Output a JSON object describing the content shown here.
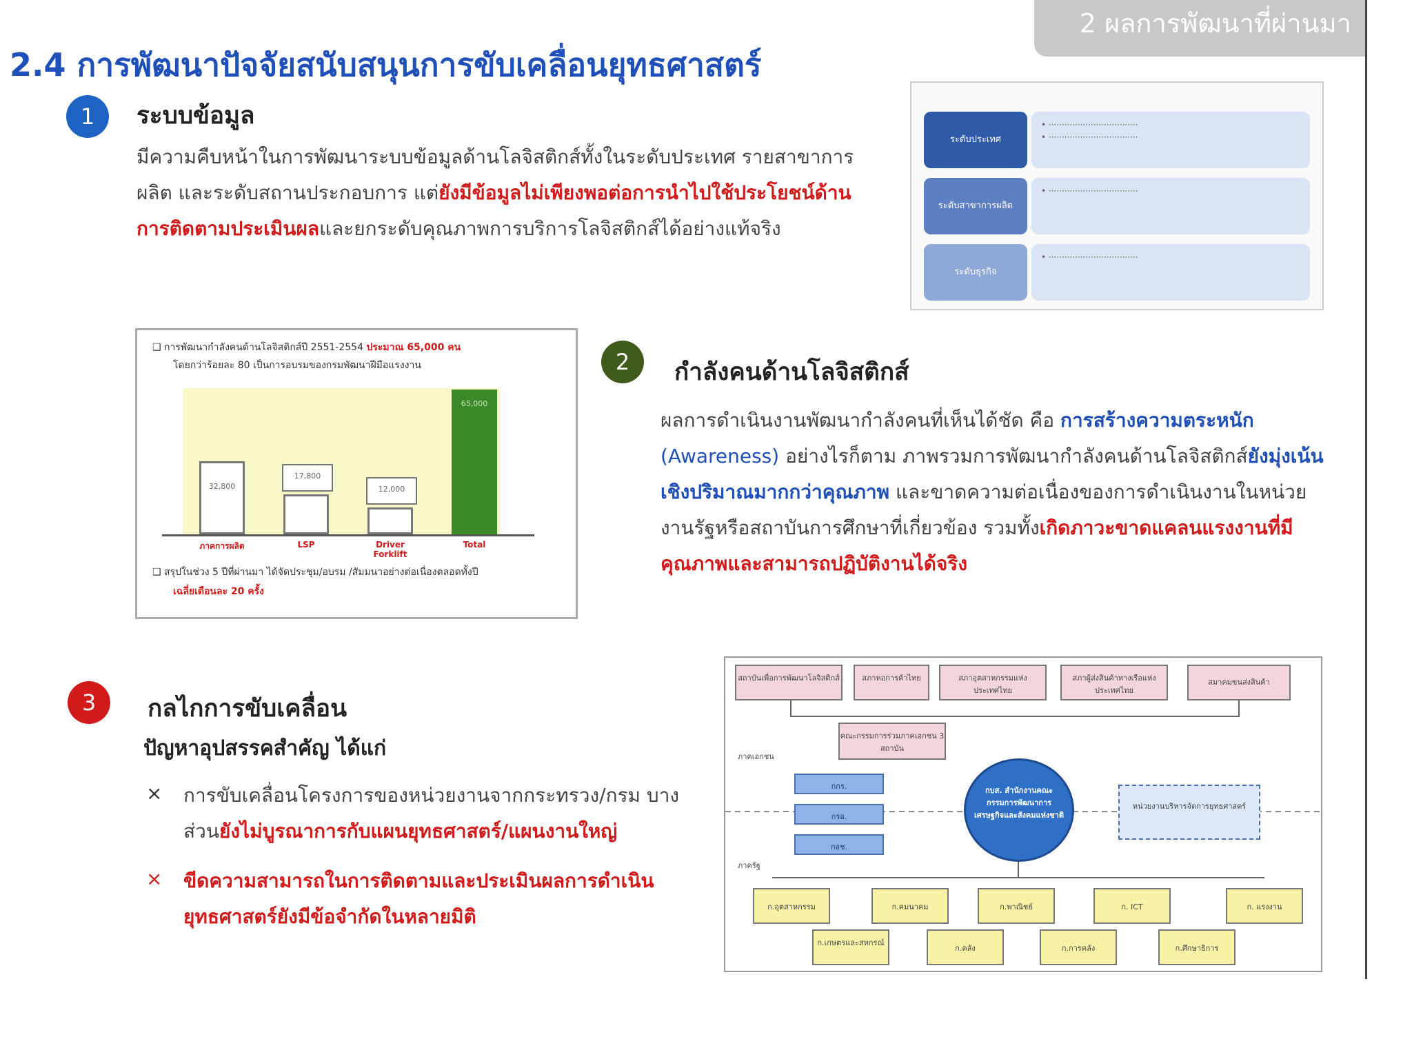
{
  "header_tab": "2 ผลการพัฒนาที่ผ่านมา",
  "title": "2.4 การพัฒนาปัจจัยสนับสนุนการขับเคลื่อนยุทธศาสตร์",
  "sections": [
    {
      "number": "1",
      "heading": "ระบบข้อมูล",
      "text_a": "มีความคืบหน้าในการพัฒนาระบบข้อมูลด้านโลจิสติกส์ทั้งในระดับประเทศ รายสาขาการผลิต และระดับสถานประกอบการ แต่",
      "text_red": "ยังมีข้อมูลไม่เพียงพอต่อการนำไปใช้ประโยชน์ด้านการติดตามประเมินผล",
      "text_b": "และยกระดับคุณภาพการบริการโลจิสติกส์ได้อย่างแท้จริง"
    },
    {
      "number": "2",
      "heading": "กำลังคนด้านโลจิสติกส์",
      "t1": "ผลการดำเนินงานพัฒนากำลังคนที่เห็นได้ชัด คือ ",
      "t2_blue": "การสร้างความตระหนัก",
      "t3_blue": "(Awareness)",
      "t4": " อย่างไรก็ตาม ภาพรวมการพัฒนากำลังคนด้านโลจิสติกส์",
      "t5_blue": "ยังมุ่งเน้นเชิงปริมาณมากกว่าคุณภาพ",
      "t6": " และขาดความต่อเนื่องของการดำเนินงานในหน่วยงานรัฐหรือสถาบันการศึกษาที่เกี่ยวข้อง รวมทั้ง",
      "t7_red": "เกิดภาวะขาดแคลนแรงงานที่มีคุณภาพและสามารถปฏิบัติงานได้จริง"
    },
    {
      "number": "3",
      "heading": "กลไกการขับเคลื่อน",
      "subheading": "ปัญหาอุปสรรคสำคัญ ได้แก่",
      "bullets": [
        {
          "mark": "×",
          "a": "การขับเคลื่อนโครงการของหน่วยงานจากกระทรวง/กรม บางส่วน",
          "red": "ยังไม่บูรณาการกับแผนยุทธศาสตร์/แผนงานใหญ่"
        },
        {
          "mark": "×",
          "a": "",
          "red": "ขีดความสามารถในการติดตามและประเมินผลการดำเนินยุทธศาสตร์ยังมีข้อจำกัดในหลายมิติ"
        }
      ]
    }
  ],
  "fig_data": {
    "rows": [
      {
        "label": "ระดับประเทศ",
        "color": "#2f5aa8"
      },
      {
        "label": "ระดับสาขาการผลิต",
        "color": "#5b7fc0"
      },
      {
        "label": "ระดับธุรกิจ",
        "color": "#8ea8d8"
      }
    ]
  },
  "chart_data": {
    "type": "bar",
    "caption_top_a": "❑ การพัฒนากำลังคนด้านโลจิสติกส์ปี 2551-2554",
    "caption_top_red": "ประมาณ 65,000 คน",
    "caption_top_b": "โดยกว่าร้อยละ 80 เป็นการอบรมของกรมพัฒนาฝีมือแรงงาน",
    "caption_bottom_a": "❑ สรุปในช่วง 5 ปีที่ผ่านมา ได้จัดประชุม/อบรม /สัมมนาอย่างต่อเนื่องตลอดทั้งปี",
    "caption_bottom_red": "เฉลี่ยเดือนละ 20 ครั้ง",
    "categories": [
      "ภาคการผลิต",
      "LSP",
      "Driver Forklift",
      "Total"
    ],
    "values": [
      32800,
      17800,
      12000,
      65000
    ],
    "value_labels": [
      "32,800",
      "17,800",
      "12,000",
      "65,000"
    ],
    "ylim": [
      0,
      65000
    ]
  },
  "org": {
    "top": [
      "สถาบันเพื่อการพัฒนาโลจิสติกส์",
      "สภาหอการค้าไทย",
      "สภาอุตสาหกรรมแห่งประเทศไทย",
      "สภาผู้ส่งสินค้าทางเรือแห่งประเทศไทย",
      "สมาคมขนส่งสินค้า"
    ],
    "mid": "คณะกรรมการร่วมภาคเอกชน 3 สถาบัน",
    "left_label": "ภาคเอกชน",
    "state_label": "ภาครัฐ",
    "blue_left": [
      "กกร.",
      "กรอ.",
      "กอช."
    ],
    "center": "กบส. สำนักงานคณะกรรมการพัฒนาการเศรษฐกิจและสังคมแห่งชาติ",
    "right_dashed": "หน่วยงานบริหารจัดการยุทธศาสตร์",
    "ministries_row1": [
      "ก.อุตสาหกรรม",
      "ก.คมนาคม",
      "ก.พาณิชย์",
      "ก. ICT",
      "ก. แรงงาน"
    ],
    "ministries_row2": [
      "ก.เกษตรและสหกรณ์",
      "ก.คลัง",
      "ก.การคลัง",
      "ก.ศึกษาธิการ"
    ]
  }
}
